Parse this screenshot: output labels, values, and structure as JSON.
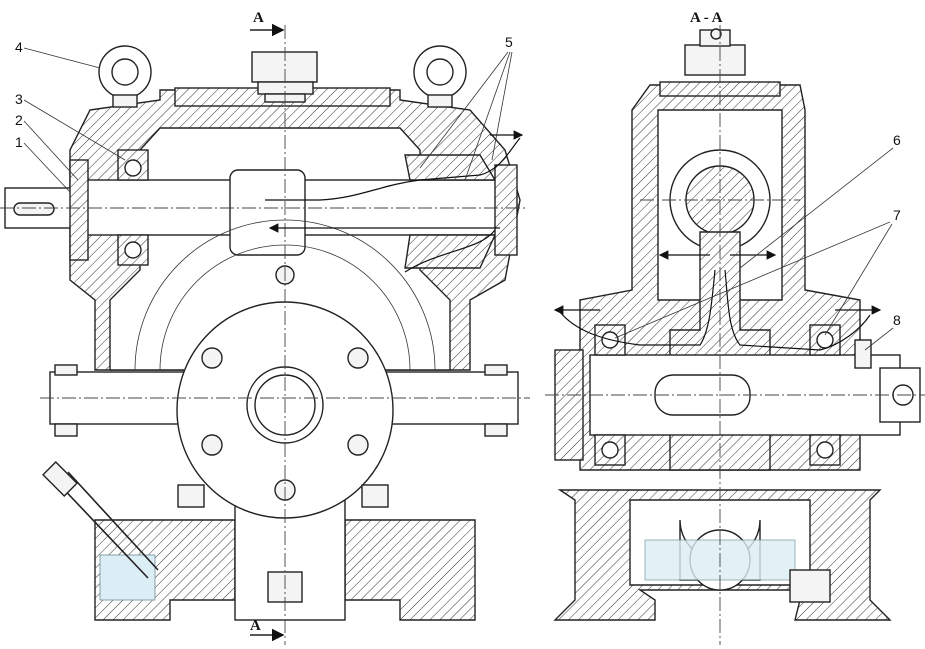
{
  "section_mark_top": "A",
  "section_mark_bottom": "A",
  "section_title": "A - A",
  "callouts": {
    "c1": "1",
    "c2": "2",
    "c3": "3",
    "c4": "4",
    "c5": "5",
    "c6": "6",
    "c7": "7",
    "c8": "8"
  }
}
